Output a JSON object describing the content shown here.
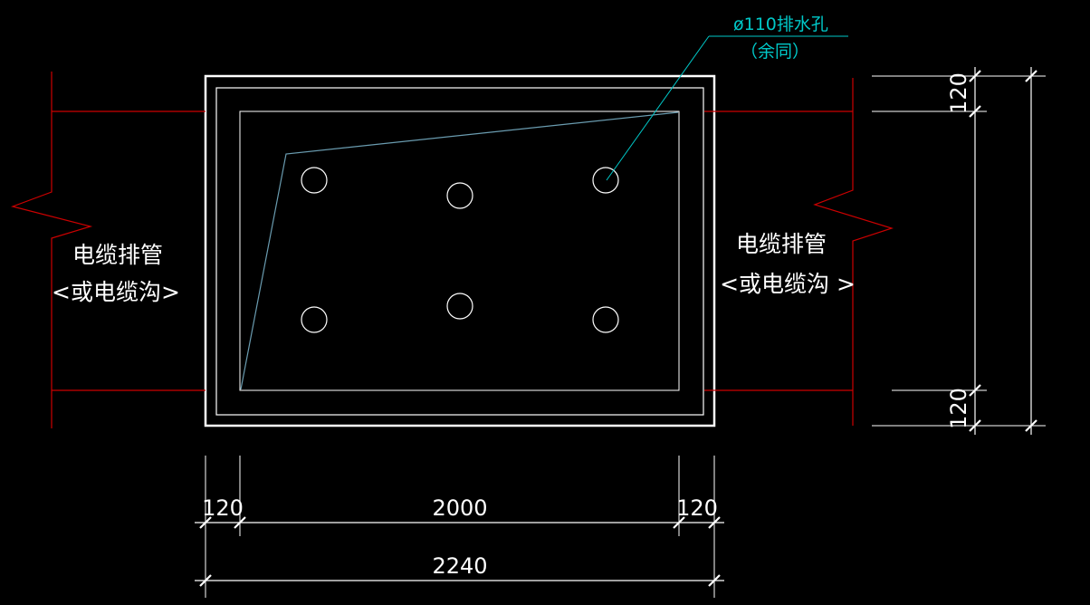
{
  "drain_hole_note": {
    "line1": "ø110排水孔",
    "line2": "（余同）"
  },
  "left_label": {
    "line1": "电缆排管",
    "line2": "<或电缆沟>"
  },
  "right_label": {
    "line1": "电缆排管",
    "line2": "<或电缆沟 >"
  },
  "dimensions": {
    "bottom_left_wall": "120",
    "bottom_inner": "2000",
    "bottom_right_wall": "120",
    "bottom_total": "2240",
    "right_top_wall": "120",
    "right_bottom_wall": "120"
  },
  "colors": {
    "background": "#000000",
    "outline": "#ffffff",
    "pipe": "#cc0000",
    "leader": "#00c8c8",
    "slope": "#6a9cb0"
  }
}
